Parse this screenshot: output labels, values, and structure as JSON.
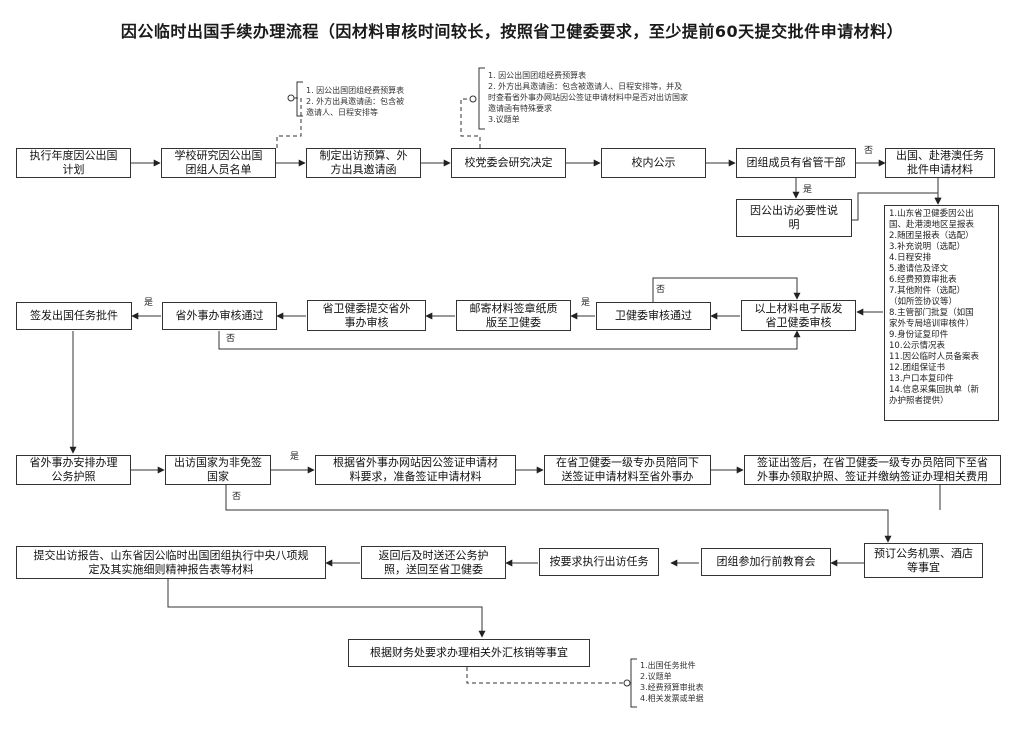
{
  "title": "因公临时出国手续办理流程（因材料审核时间较长，按照省卫健委要求，至少提前60天提交批件申请材料）",
  "boxes": {
    "b1": "执行年度因公出国\n计划",
    "b2": "学校研究因公出国\n团组人员名单",
    "b3": "制定出访预算、外\n方出具邀请函",
    "b4": "校党委会研究决定",
    "b5": "校内公示",
    "b6": "团组成员有省管干部",
    "b7": "出国、赴港澳任务\n批件申请材料",
    "b8": "因公出访必要性说\n明",
    "b9": "以上材料电子版发\n省卫健委审核",
    "b10": "卫健委审核通过",
    "b11": "邮寄材料签章纸质\n版至卫健委",
    "b12": "省卫健委提交省外\n事办审核",
    "b13": "省外事办审核通过",
    "b14": "签发出国任务批件",
    "b15": "省外事办安排办理\n公务护照",
    "b16": "出访国家为非免签\n国家",
    "b17": "根据省外事办网站因公签证申请材\n料要求，准备签证申请材料",
    "b18": "在省卫健委一级专办员陪同下\n送签证申请材料至省外事办",
    "b19": "签证出签后，在省卫健委一级专办员陪同下至省\n外事办领取护照、签证并缴纳签证办理相关费用",
    "b20": "预订公务机票、酒店\n等事宜",
    "b21": "团组参加行前教育会",
    "b22": "按要求执行出访任务",
    "b23": "返回后及时送还公务护\n照，送回至省卫健委",
    "b24": "提交出访报告、山东省因公临时出国团组执行中央八项规\n定及其实施细则精神报告表等材料",
    "b25": "根据财务处要求办理相关外汇核销等事宜"
  },
  "materials_list": "1.山东省卫健委因公出\n国、赴港澳地区呈报表\n2.随团呈报表（选配）\n3.补充说明（选配）\n4.日程安排\n5.邀请信及译文\n6.经费预算审批表\n7.其他附件（选配）\n（如所签协议等）\n8.主管部门批复（如国\n家外专局培训审核件）\n9.身份证复印件\n10.公示情况表\n11.因公临时人员备案表\n12.团组保证书\n13.户口本复印件\n14.信息采集回执单（新\n办护照者提供）",
  "notes": {
    "n1": "1. 因公出国团组经费预算表\n2. 外方出具邀请函：包含被\n    邀请人、日程安排等",
    "n2": "1. 因公出国团组经费预算表\n2. 外方出具邀请函：包含被邀请人、日程安排等，并及\n时查看省外事办网站因公签证申请材料中是否对出访国家\n邀请函有特殊要求\n3.议题单",
    "n3": "1.出国任务批件\n2.议题单\n3.经费预算审批表\n4.相关发票或单据"
  },
  "labels": {
    "no1": "否",
    "yes1": "是",
    "no2": "否",
    "yes2": "是",
    "yes3": "是",
    "no3": "否",
    "yes4": "是",
    "no4": "否"
  }
}
